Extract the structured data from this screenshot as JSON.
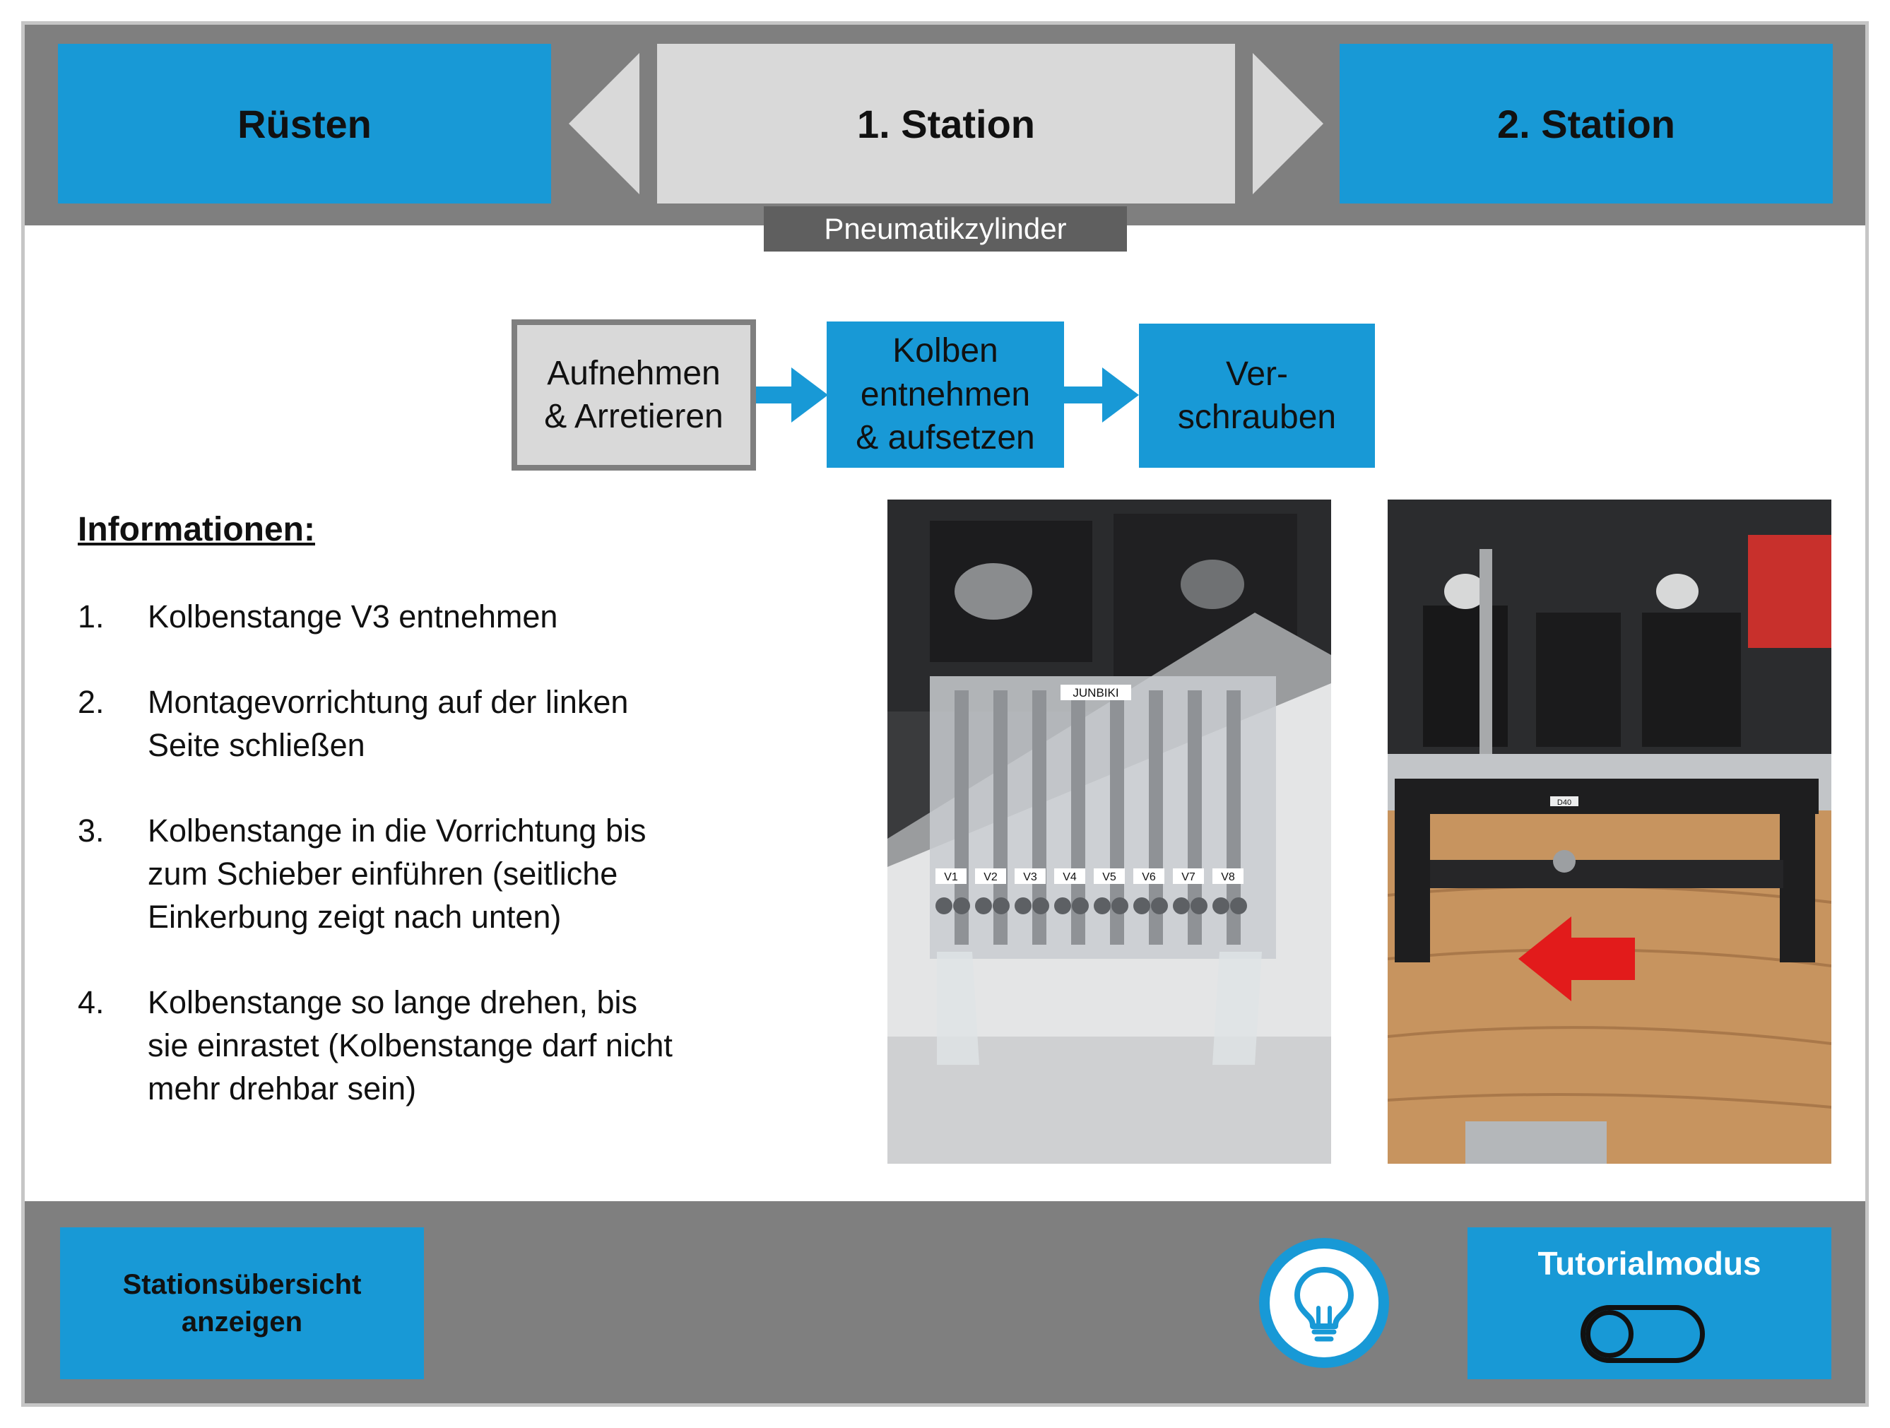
{
  "header": {
    "prev_label": "Rüsten",
    "current_label": "1. Station",
    "next_label": "2. Station",
    "subtitle": "Pneumatikzylinder"
  },
  "process_steps": [
    {
      "label_line1": "Aufnehmen",
      "label_line2": "& Arretieren",
      "state": "done"
    },
    {
      "label_line1": "Kolben",
      "label_line2": "entnehmen",
      "label_line3": "& aufsetzen",
      "state": "active"
    },
    {
      "label_line1": "Ver-",
      "label_line2": "schrauben",
      "state": "pending"
    }
  ],
  "info": {
    "title": "Informationen:",
    "items": [
      {
        "number": "1.",
        "line1": "Kolbenstange V3 entnehmen"
      },
      {
        "number": "2.",
        "line1": "Montagevorrichtung auf der linken",
        "line2": "Seite schließen"
      },
      {
        "number": "3.",
        "line1": "Kolbenstange in die Vorrichtung bis",
        "line2": "zum Schieber einführen (seitliche",
        "line3": "Einkerbung zeigt nach unten)"
      },
      {
        "number": "4.",
        "line1": "Kolbenstange so lange drehen, bis",
        "line2": "sie einrastet (Kolbenstange darf nicht",
        "line3": "mehr drehbar sein)"
      }
    ]
  },
  "photos": {
    "rack_tag": "JUNBIKI",
    "slot_labels": [
      "V1",
      "V2",
      "V3",
      "V4",
      "V5",
      "V6",
      "V7",
      "V8"
    ],
    "fixture_tag": "D40"
  },
  "footer": {
    "overview_line1": "Stationsübersicht",
    "overview_line2": "anzeigen",
    "hint_icon": "lightbulb-icon",
    "tutorial_label": "Tutorialmodus",
    "tutorial_on": false
  },
  "colors": {
    "accent": "#1899d6",
    "bar": "#7f7f7f",
    "inactive": "#d9d9d9",
    "subtitle_bg": "#5f5f5f"
  }
}
